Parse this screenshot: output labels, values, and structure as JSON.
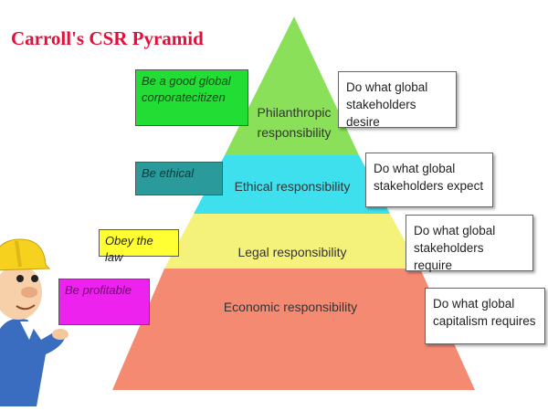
{
  "title": "Carroll's CSR Pyramid",
  "layers": [
    {
      "label_1": "Philanthropic",
      "label_2": "responsibility",
      "color": "#8be05a",
      "tag": "Be a good global corporatecitizen",
      "tag_color": "#22dd33",
      "box": "Do what global stakeholders desire"
    },
    {
      "label": "Ethical responsibility",
      "color": "#3ee0ee",
      "tag": "Be ethical",
      "tag_color": "#2a9a9a",
      "box": "Do what global stakeholders expect"
    },
    {
      "label": "Legal responsibility",
      "color": "#f4f27a",
      "tag": "Obey the law",
      "tag_color": "#ffff33",
      "box": "Do what global stakeholders require"
    },
    {
      "label": "Economic responsibility",
      "color": "#f58a72",
      "tag": "Be profitable",
      "tag_color": "#ee22ee",
      "box": "Do what global capitalism requires"
    }
  ],
  "character": {
    "icon": "construction-worker-icon",
    "helmet_color": "#f6d21e",
    "shirt_color": "#3a6cc0"
  }
}
